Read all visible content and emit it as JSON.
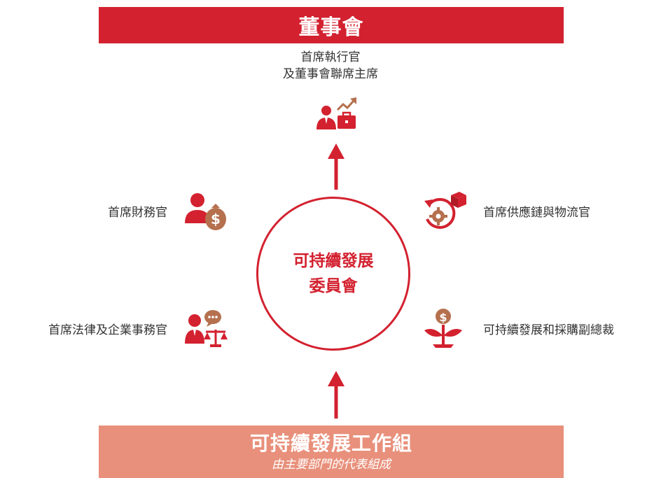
{
  "board": {
    "title": "董事會"
  },
  "ceo": {
    "line1": "首席執行官",
    "line2": "及董事會聯席主席",
    "icon": "executive-briefcase-growth-icon"
  },
  "committee": {
    "line1": "可持續發展",
    "line2": "委員會"
  },
  "roles": {
    "cfo": {
      "label": "首席財務官",
      "icon": "person-money-bag-icon"
    },
    "legal": {
      "label": "首席法律及企業事務官",
      "icon": "person-scales-speech-icon"
    },
    "supply": {
      "label": "首席供應鏈與物流官",
      "icon": "gear-cycle-box-icon"
    },
    "sustainability": {
      "label": "可持續發展和採購副總裁",
      "icon": "plant-coin-icon"
    }
  },
  "working_group": {
    "title": "可持續發展工作組",
    "subtitle": "由主要部門的代表組成"
  },
  "colors": {
    "red": "#d3212f",
    "brown": "#b5704e",
    "salmon": "#e8907b"
  }
}
